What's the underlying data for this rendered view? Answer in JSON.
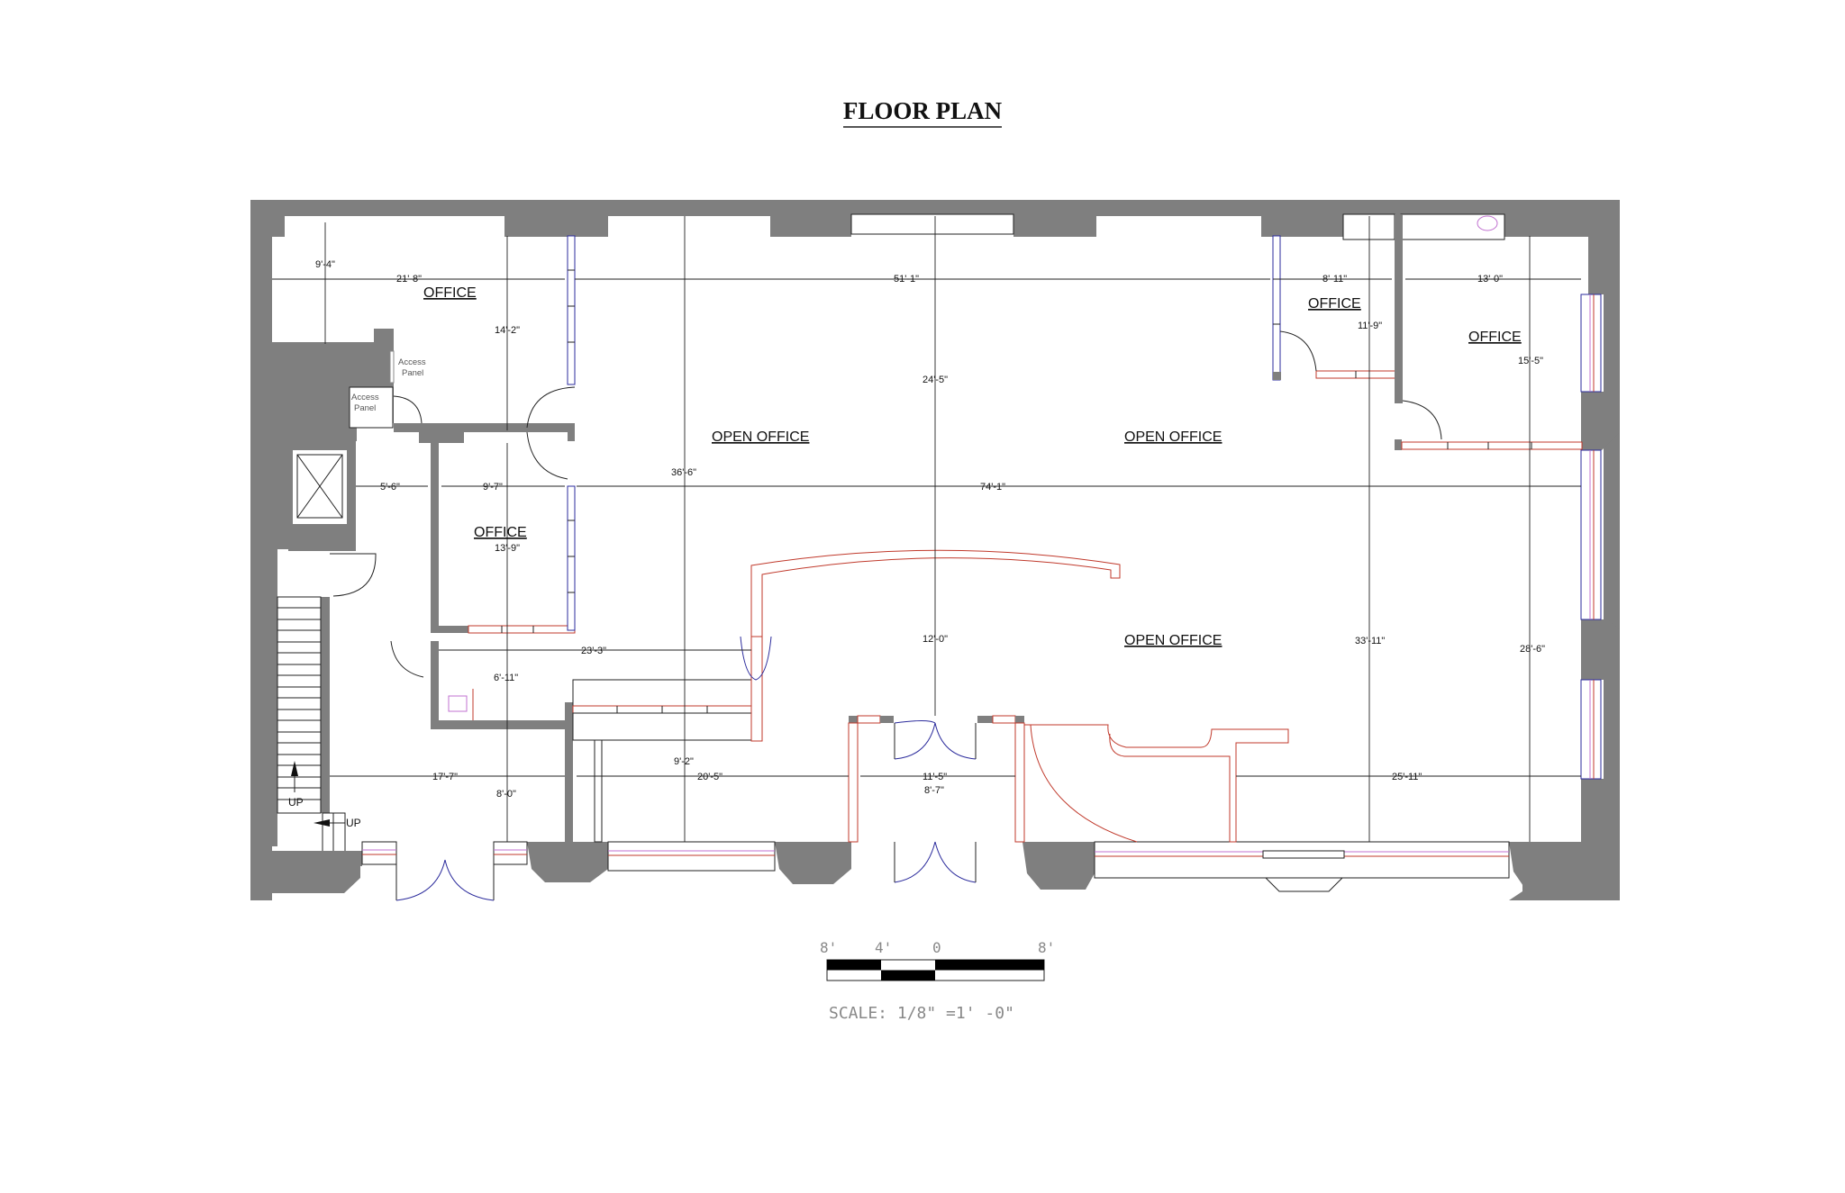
{
  "title": "FLOOR PLAN",
  "rooms": {
    "office_nw": "OFFICE",
    "office_mid_left": "OFFICE",
    "office_ne_small": "OFFICE",
    "office_ne": "OFFICE",
    "open_office_1": "OPEN OFFICE",
    "open_office_2": "OPEN OFFICE",
    "open_office_3": "OPEN OFFICE"
  },
  "labels": {
    "access_panel_1_a": "Access",
    "access_panel_1_b": "Panel",
    "access_panel_2_a": "Access",
    "access_panel_2_b": "Panel",
    "stair_up_1": "UP",
    "stair_up_2": "UP"
  },
  "dimensions": {
    "d_9_4": "9'-4\"",
    "d_21_8": "21'-8\"",
    "d_14_2": "14'-2\"",
    "d_51_1": "51'-1\"",
    "d_8_11": "8'-11\"",
    "d_13_0": "13'-0\"",
    "d_11_9": "11'-9\"",
    "d_15_5": "15'-5\"",
    "d_24_5": "24'-5\"",
    "d_36_6": "36'-6\"",
    "d_5_6": "5'-6\"",
    "d_9_7": "9'-7\"",
    "d_74_1": "74'-1\"",
    "d_13_9": "13'-9\"",
    "d_23_3": "23'-3\"",
    "d_12_0": "12'-0\"",
    "d_6_11": "6'-11\"",
    "d_33_11": "33'-11\"",
    "d_28_6": "28'-6\"",
    "d_9_2": "9'-2\"",
    "d_17_7": "17'-7\"",
    "d_20_5": "20'-5\"",
    "d_11_5": "11'-5\"",
    "d_8_7": "8'-7\"",
    "d_25_11": "25'-11\"",
    "d_8_0": "8'-0\""
  },
  "scale_bar": {
    "ticks": [
      "8'",
      "4'",
      "0",
      "8'"
    ],
    "text": "SCALE: 1/8\" =1' -0\""
  },
  "colors": {
    "wall": "#7f7f7f",
    "line": "#222222",
    "partition": "#c0392b",
    "door_swing": "#2b2b9c",
    "fixture": "#c070d0"
  }
}
